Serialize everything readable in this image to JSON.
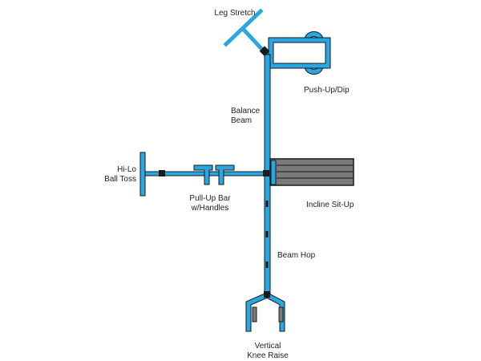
{
  "colors": {
    "beam": "#2aa6e0",
    "outline": "#1a1a1a",
    "connector": "#1a1a1a",
    "situp_board": "#7a7a7a",
    "background": "#ffffff"
  },
  "labels": {
    "leg_stretch": "Leg Stretch",
    "push_up_dip": "Push-Up/Dip",
    "balance_beam": [
      "Balance",
      "Beam"
    ],
    "hi_lo_ball_toss": [
      "Hi-Lo",
      "Ball Toss"
    ],
    "pull_up_bar": [
      "Pull-Up Bar",
      "w/Handles"
    ],
    "incline_sit_up": "Incline Sit-Up",
    "beam_hop": "Beam Hop",
    "vertical_knee_raise": [
      "Vertical",
      "Knee Raise"
    ]
  }
}
